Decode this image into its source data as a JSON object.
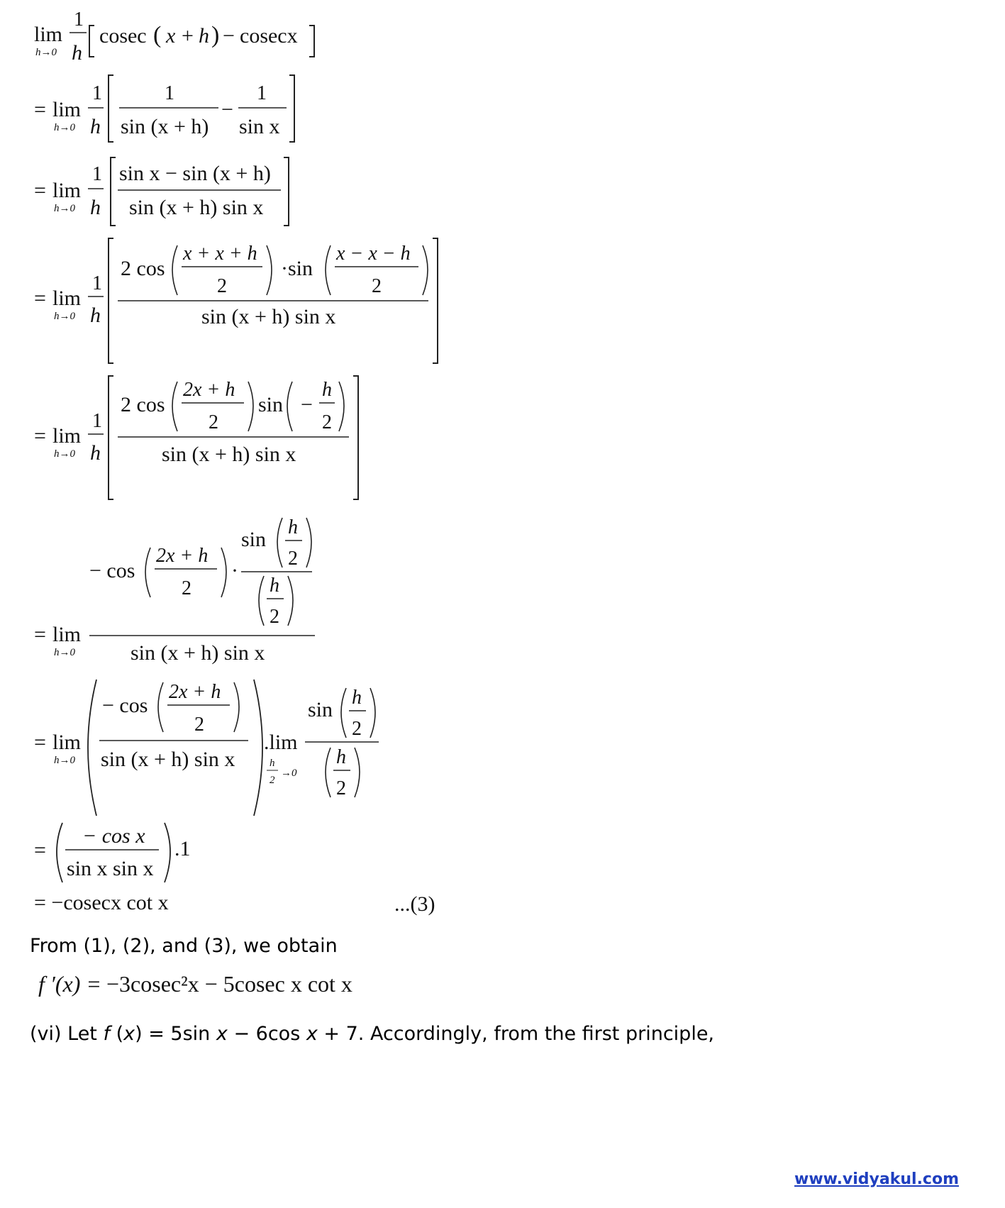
{
  "derivation": {
    "lim": "lim",
    "h_to_0": "h→0",
    "one": "1",
    "two": "2",
    "h": "h",
    "cosec": "cosec",
    "cosecx": "cosecx",
    "sin": "sin",
    "cos": "cos",
    "x": "x",
    "equals": "=",
    "minus": "−",
    "plus": "+",
    "dot": "·",
    "two_cos": "2 cos",
    "neg_cos": "− cos",
    "x_plus_x_plus_h": "x + x + h",
    "x_minus_x_minus_h": "x − x − h",
    "two_x_plus_h": "2x + h",
    "sin_x_minus_sin_x_plus_h": "sin x − sin (x + h)",
    "sin_x_plus_h_sin_x": "sin (x + h) sin x",
    "sin_x_plus_h": "sin (x + h)",
    "sin_x": "sin x",
    "cos_x_neg": "− cos x",
    "sin_x_sin_x": "sin x sin x",
    "dot_one": ".1",
    "result_neg_cosec_cot": "= −cosecx cot x",
    "eq_ref_3": "...(3)",
    "fprime_lhs": "f ′(x) = ",
    "fprime_rhs": "−3cosec²x − 5cosec x cot x",
    "lim_dot": ".lim"
  },
  "text": {
    "from_123": "From (1), (2), and (3), we obtain",
    "part_vi_a": "(vi) Let ",
    "part_vi_f": "f",
    "part_vi_b": " (",
    "part_vi_x1": "x",
    "part_vi_c": ") = 5sin ",
    "part_vi_x2": "x",
    "part_vi_d": " − 6cos ",
    "part_vi_x3": "x",
    "part_vi_e": " + 7. Accordingly, from the first principle,"
  },
  "footer": {
    "site": "www.vidyakul.com"
  }
}
